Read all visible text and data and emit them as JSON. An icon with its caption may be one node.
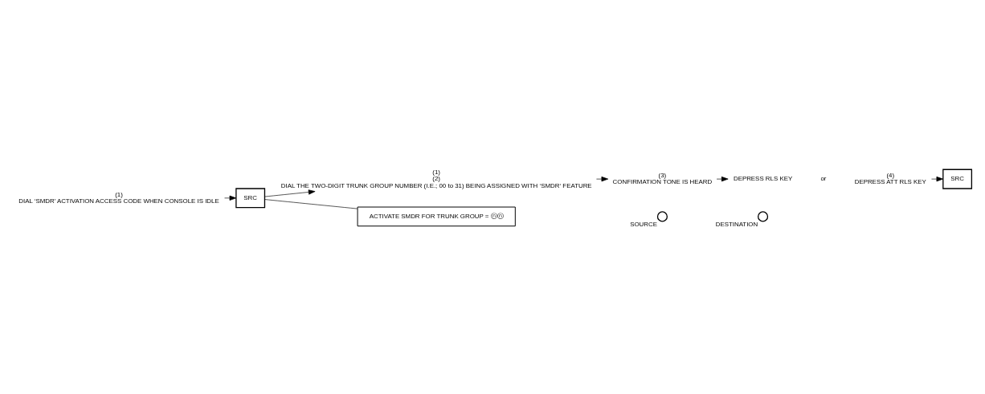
{
  "diagram": {
    "nodes": [
      {
        "text": [
          "(1)",
          "DIAL ‘SMDR’ ACTIVATION ACCESS CODE WHEN CONSOLE IS IDLE"
        ]
      },
      {
        "text": [
          "SRC"
        ]
      },
      {
        "text": [
          "(1)",
          "(2)",
          "DIAL THE TWO-DIGIT TRUNK GROUP NUMBER (I.E.; 00 to 31) BEING ASSIGNED WITH ‘SMDR‘ FEATURE"
        ]
      },
      {
        "text": [
          "(3)",
          "CONFIRMATION TONE IS HEARD"
        ]
      },
      {
        "text": [
          "DEPRESS RLS KEY"
        ]
      },
      {
        "text": [
          "(4)",
          "DEPRESS ATT RLS KEY"
        ]
      },
      {
        "text": [
          "SRC"
        ]
      },
      {
        "text": [
          "ACTIVATE SMDR FOR TRUNK GROUP = ⓝⓝ"
        ]
      },
      {
        "text": [],
        "shape": "circle",
        "beside": [
          "SOURCE"
        ]
      },
      {
        "text": [],
        "shape": "circle",
        "beside": [
          "DESTINATION"
        ]
      }
    ],
    "edges": [
      {
        "from": 0,
        "to": 1,
        "arrow": "to"
      },
      {
        "from": 1,
        "to": 2,
        "arrow": "to"
      },
      {
        "from": 2,
        "to": 3,
        "arrow": "to"
      },
      {
        "from": 3,
        "to": 4,
        "arrow": "to"
      },
      {
        "from": 5,
        "to": 6,
        "arrow": "to"
      },
      {
        "from": 1,
        "to": 7,
        "arrow": "none"
      }
    ],
    "labels": [
      "or"
    ]
  }
}
